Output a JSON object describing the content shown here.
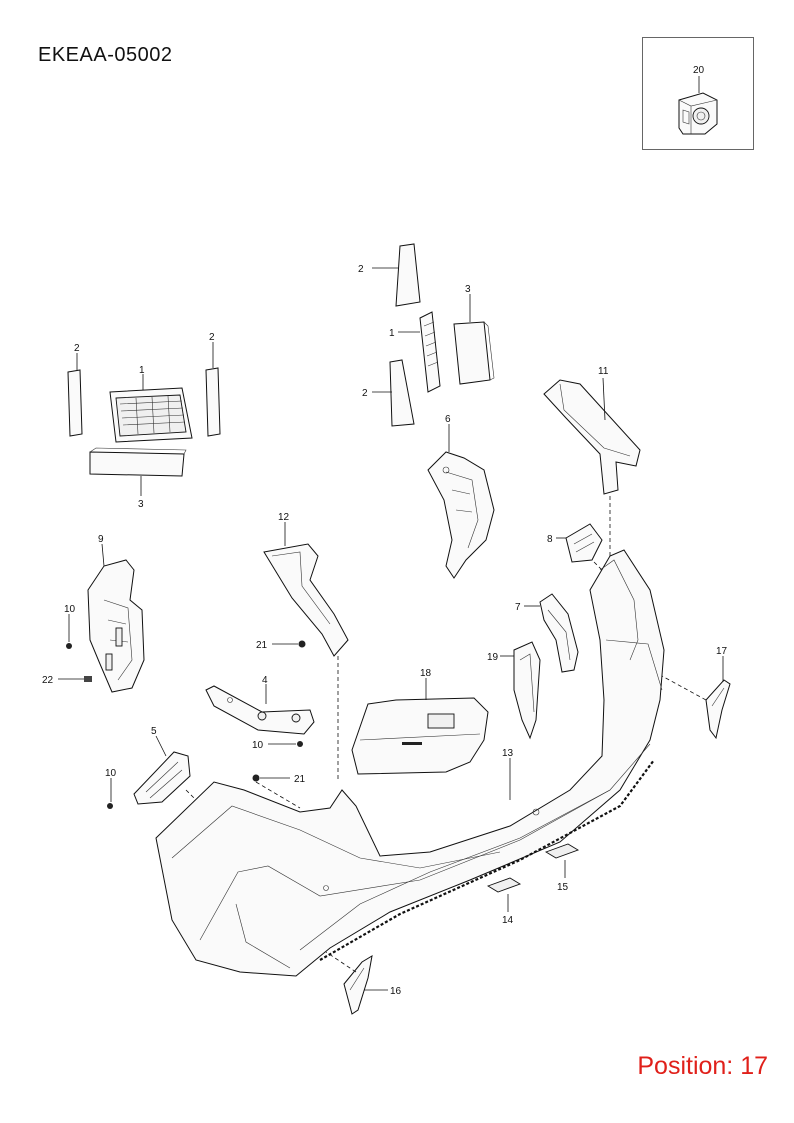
{
  "header": {
    "code": "EKEAA-05002"
  },
  "footer": {
    "position_text": "Position: 17"
  },
  "inset": {
    "callout": "20"
  },
  "callouts": {
    "c1": "1",
    "c2": "2",
    "c3": "3",
    "c4": "4",
    "c5": "5",
    "c6": "6",
    "c7": "7",
    "c8": "8",
    "c9": "9",
    "c10": "10",
    "c11": "11",
    "c12": "12",
    "c13": "13",
    "c14": "14",
    "c15": "15",
    "c16": "16",
    "c17": "17",
    "c18": "18",
    "c19": "19",
    "c21": "21",
    "c22": "22"
  }
}
